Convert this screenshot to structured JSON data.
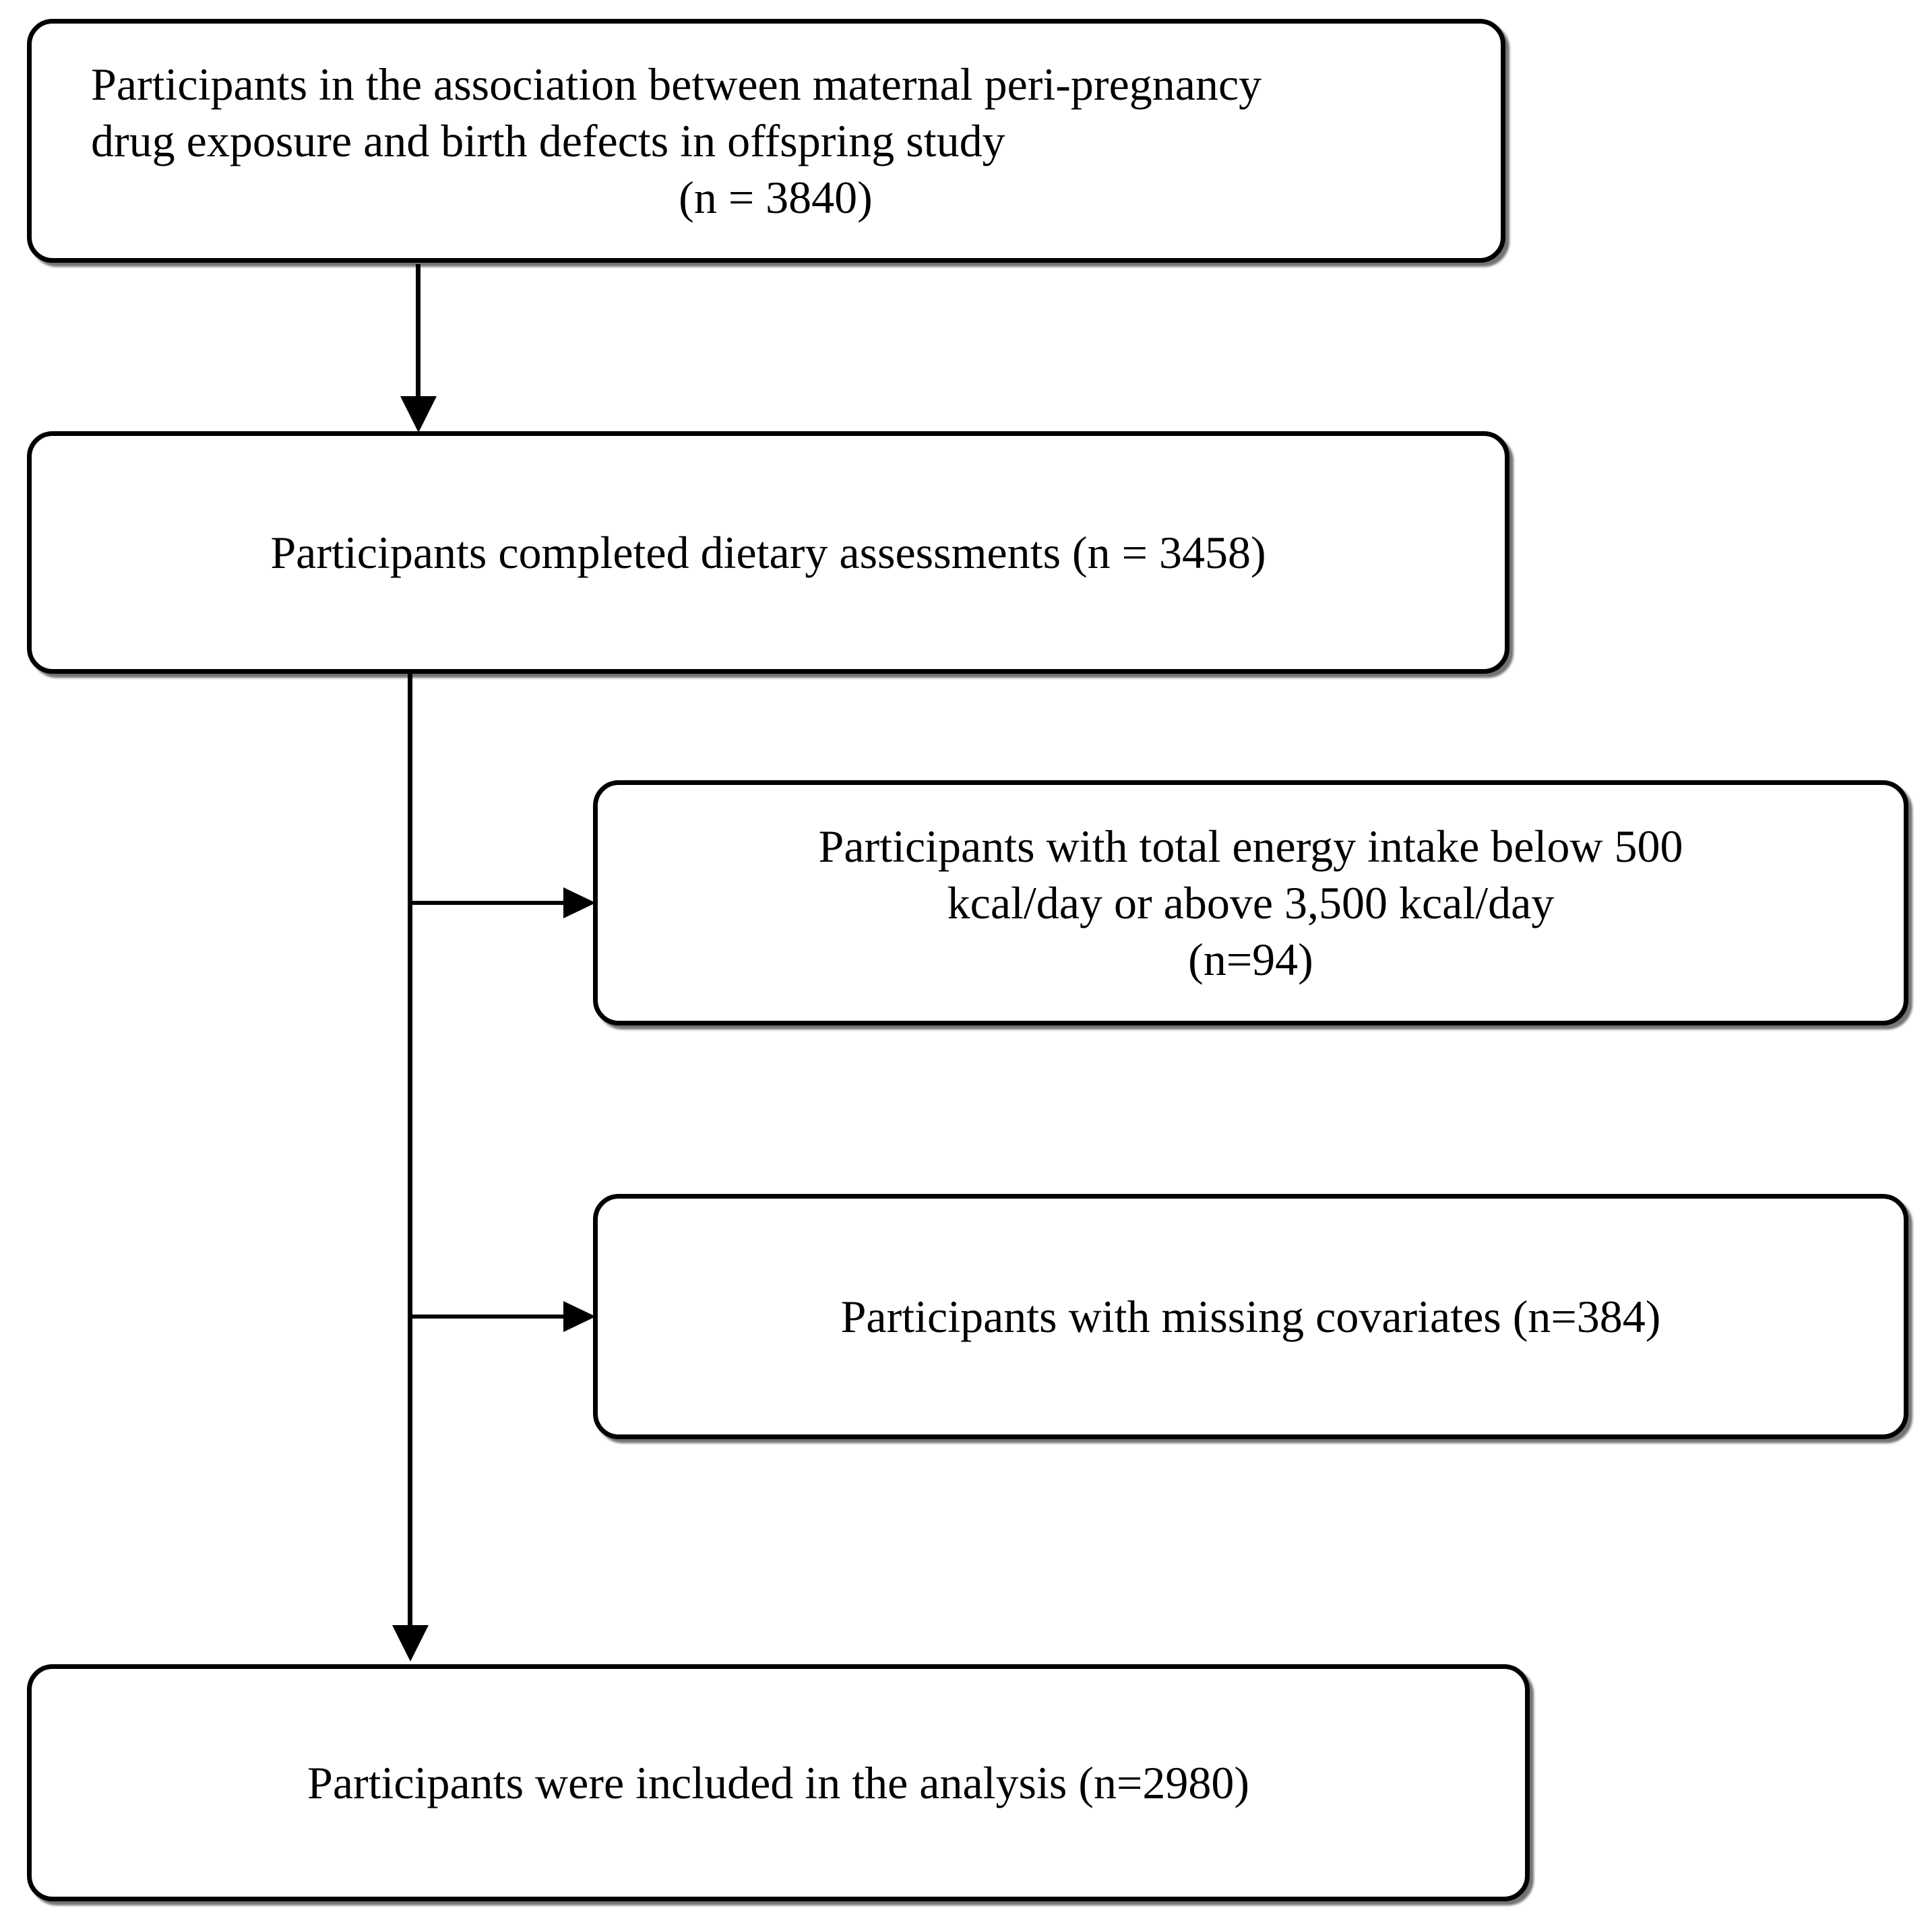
{
  "diagram": {
    "type": "flowchart",
    "colors": {
      "background": "#ffffff",
      "box_fill": "#ffffff",
      "box_border": "#000000",
      "line": "#000000",
      "text": "#000000"
    },
    "boxes": {
      "study": {
        "line1": "Participants in the association between maternal peri-pregnancy",
        "line2": "drug exposure and birth defects in offspring study",
        "count": "(n = 3840)"
      },
      "dietary": {
        "line1": "Participants completed dietary assessments (n = 3458)"
      },
      "energy": {
        "line1": "Participants with total energy intake below 500",
        "line2": "kcal/day or above 3,500 kcal/day",
        "count": "(n=94)"
      },
      "covariates": {
        "line1": "Participants with missing covariates (n=384)"
      },
      "included": {
        "line1": "Participants were included in the analysis (n=2980)"
      }
    },
    "flow": [
      "study -> dietary",
      "dietary -> energy (excluded)",
      "dietary -> covariates (excluded)",
      "dietary -> included"
    ]
  }
}
